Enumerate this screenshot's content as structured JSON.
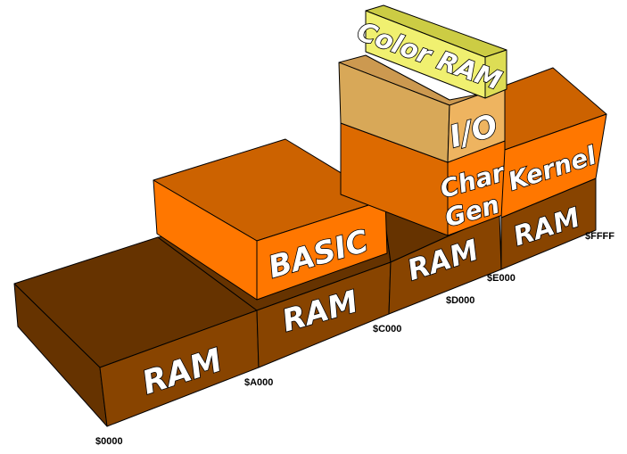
{
  "colors": {
    "ram_dark": "#663300",
    "ram_front": "#884400",
    "ram_top": "#552a00",
    "rom_front": "#ff7700",
    "rom_top": "#cc6200",
    "rom_side": "#dd6a00",
    "io_front": "#eeb460",
    "io_top": "#d8a858",
    "color_front": "#f2f27a",
    "color_top": "#cccc44"
  },
  "blocks": {
    "ram_low": "RAM",
    "ram_a000": "RAM",
    "basic": "BASIC",
    "ram_c000": "RAM",
    "char_gen_line1": "Char",
    "char_gen_line2": "Gen",
    "io": "I/O",
    "color_ram": "Color RAM",
    "kernel": "Kernel",
    "ram_e000": "RAM"
  },
  "addresses": {
    "a0000": "$0000",
    "aa000": "$A000",
    "ac000": "$C000",
    "ad000": "$D000",
    "ae000": "$E000",
    "affff": "$FFFF"
  }
}
